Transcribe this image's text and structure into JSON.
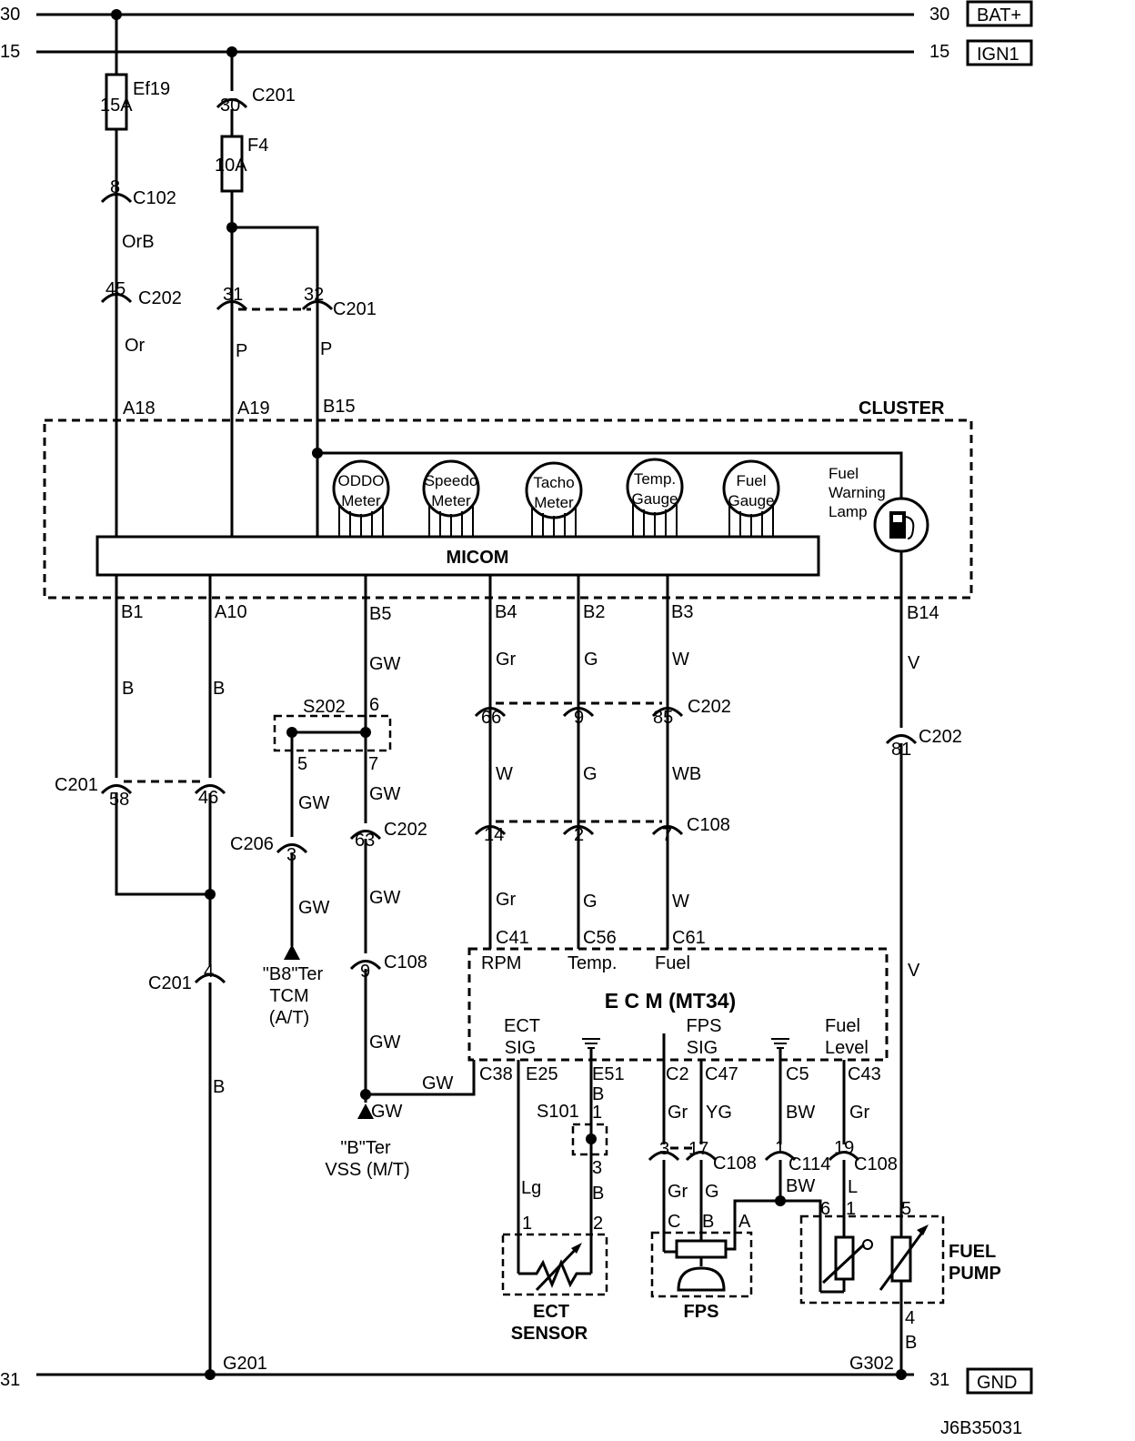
{
  "rails": {
    "top_left": "30",
    "top_right": "30",
    "top_tag": "BAT+",
    "ign_left": "15",
    "ign_right": "15",
    "ign_tag": "IGN1",
    "gnd_left": "31",
    "gnd_right": "31",
    "gnd_tag": "GND"
  },
  "fuses": {
    "ef19_name": "Ef19",
    "ef19_rating": "15A",
    "f4_name": "F4",
    "f4_rating": "10A"
  },
  "connectors": {
    "c201": "C201",
    "c102": "C102",
    "c202": "C202",
    "c108": "C108",
    "c206": "C206",
    "c114": "C114",
    "s202": "S202",
    "s101": "S101"
  },
  "pins": {
    "p30": "30",
    "p8": "8",
    "p45": "45",
    "p31": "31",
    "p32": "32",
    "p66": "66",
    "p9a": "9",
    "p85": "85",
    "p81": "81",
    "p14": "14",
    "p2": "2",
    "p7": "7",
    "p58": "58",
    "p46": "46",
    "p4": "4",
    "p5": "5",
    "p6": "6",
    "p7b": "7",
    "p3": "3",
    "p63": "63",
    "p9b": "9",
    "p1a": "1",
    "p3b": "3",
    "p3c": "3",
    "p17": "17",
    "p1c": "1",
    "p19": "19",
    "ect1": "1",
    "ect2": "2",
    "fpsC": "C",
    "fpsB": "B",
    "fpsA": "A",
    "pump6": "6",
    "pump1": "1",
    "pump5": "5",
    "pump4": "4"
  },
  "wires": {
    "orb": "OrB",
    "or": "Or",
    "p1": "P",
    "p2": "P",
    "b_a": "B",
    "b_b": "B",
    "b_c": "B",
    "gw1": "GW",
    "gw2": "GW",
    "gw3": "GW",
    "gw4": "GW",
    "gw5": "GW",
    "gw6": "GW",
    "gw7": "GW",
    "gw8": "GW",
    "gr1": "Gr",
    "g1": "G",
    "w1": "W",
    "w2": "W",
    "g2": "G",
    "wb": "WB",
    "gr2": "Gr",
    "g3": "G",
    "w3": "W",
    "v1": "V",
    "v2": "V",
    "lg": "Lg",
    "b_s1": "B",
    "b_s2": "B",
    "gr3": "Gr",
    "yg": "YG",
    "bw1": "BW",
    "gr4": "Gr",
    "gr5": "Gr",
    "g4": "G",
    "bw2": "BW",
    "l": "L",
    "b_pump": "B"
  },
  "terminals": {
    "a18": "A18",
    "a19": "A19",
    "b15": "B15",
    "b1": "B1",
    "a10": "A10",
    "b5": "B5",
    "b4": "B4",
    "b2": "B2",
    "b3": "B3",
    "b14": "B14",
    "c41": "C41",
    "c56": "C56",
    "c61": "C61",
    "c38": "C38",
    "e25": "E25",
    "e51": "E51",
    "c2": "C2",
    "c47": "C47",
    "c5": "C5",
    "c43": "C43"
  },
  "cluster": {
    "title": "CLUSTER",
    "micom": "MICOM",
    "oddo_1": "ODDO",
    "oddo_2": "Meter",
    "speedo_1": "Speedo",
    "speedo_2": "Meter",
    "tacho_1": "Tacho",
    "tacho_2": "Meter",
    "temp_1": "Temp.",
    "temp_2": "Gauge",
    "fuel_1": "Fuel",
    "fuel_2": "Gauge",
    "lamp_1": "Fuel",
    "lamp_2": "Warning",
    "lamp_3": "Lamp"
  },
  "ecm": {
    "title": "E C M (MT34)",
    "rpm": "RPM",
    "temp": "Temp.",
    "fuel": "Fuel",
    "ect_1": "ECT",
    "ect_2": "SIG",
    "fps_1": "FPS",
    "fps_2": "SIG",
    "fl_1": "Fuel",
    "fl_2": "Level"
  },
  "devices": {
    "tcm_1": "\"B8\"Ter",
    "tcm_2": "TCM",
    "tcm_3": "(A/T)",
    "vss_1": "\"B\"Ter",
    "vss_2": "VSS (M/T)",
    "ect_1": "ECT",
    "ect_2": "SENSOR",
    "fps": "FPS",
    "pump_1": "FUEL",
    "pump_2": "PUMP"
  },
  "grounds": {
    "g201": "G201",
    "g302": "G302"
  },
  "doc_id": "J6B35031"
}
